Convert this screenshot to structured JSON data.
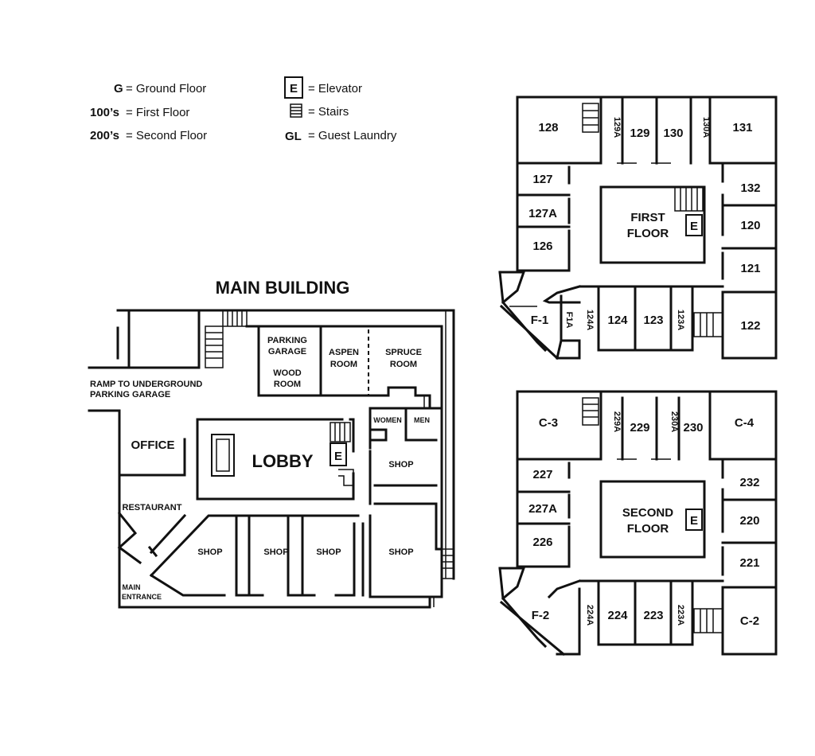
{
  "legend": {
    "ground_key": "G",
    "ground_label": "= Ground Floor",
    "first_key": "100’s",
    "first_label": "= First Floor",
    "second_key": "200’s",
    "second_label": "= Second Floor",
    "elevator_key": "E",
    "elevator_label": "= Elevator",
    "stairs_label": "= Stairs",
    "laundry_key": "GL",
    "laundry_label": "= Guest Laundry"
  },
  "main_building": {
    "title": "MAIN BUILDING",
    "parking_garage_1": "PARKING",
    "parking_garage_2": "GARAGE",
    "wood_room_1": "WOOD",
    "wood_room_2": "ROOM",
    "aspen_1": "ASPEN",
    "aspen_2": "ROOM",
    "spruce_1": "SPRUCE",
    "spruce_2": "ROOM",
    "ramp_1": "RAMP TO UNDERGROUND",
    "ramp_2": "PARKING GARAGE",
    "women": "WOMEN",
    "men": "MEN",
    "office": "OFFICE",
    "lobby": "LOBBY",
    "elevator": "E",
    "shop_right_upper": "SHOP",
    "restaurant": "RESTAURANT",
    "shop_1": "SHOP",
    "shop_2": "SHOP",
    "shop_3": "SHOP",
    "shop_4": "SHOP",
    "main_entrance_1": "MAIN",
    "main_entrance_2": "ENTRANCE"
  },
  "first_floor": {
    "title_1": "FIRST",
    "title_2": "FLOOR",
    "elevator": "E",
    "rooms": {
      "r128": "128",
      "r129A": "129A",
      "r129": "129",
      "r130": "130",
      "r130A": "130A",
      "r131": "131",
      "r127": "127",
      "r127A": "127A",
      "r126": "126",
      "r132": "132",
      "r120": "120",
      "r121": "121",
      "r122": "122",
      "rF1": "F-1",
      "rF1A": "F1A",
      "r124A": "124A",
      "r124": "124",
      "r123": "123",
      "r123A": "123A"
    }
  },
  "second_floor": {
    "title_1": "SECOND",
    "title_2": "FLOOR",
    "elevator": "E",
    "rooms": {
      "rC3": "C-3",
      "r229A": "229A",
      "r229": "229",
      "r230A": "230A",
      "r230": "230",
      "rC4": "C-4",
      "r227": "227",
      "r227A": "227A",
      "r226": "226",
      "r232": "232",
      "r220": "220",
      "r221": "221",
      "rC2": "C-2",
      "rF2": "F-2",
      "r224A": "224A",
      "r224": "224",
      "r223": "223",
      "r223A": "223A"
    }
  }
}
